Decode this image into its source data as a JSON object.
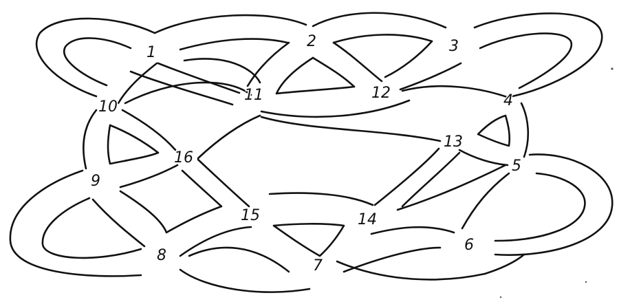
{
  "diagram": {
    "labels": [
      "1",
      "2",
      "3",
      "4",
      "5",
      "6",
      "7",
      "8",
      "9",
      "10",
      "11",
      "12",
      "13",
      "14",
      "15",
      "16"
    ]
  },
  "colors": {
    "ink": "#111111",
    "paper": "#ffffff"
  }
}
